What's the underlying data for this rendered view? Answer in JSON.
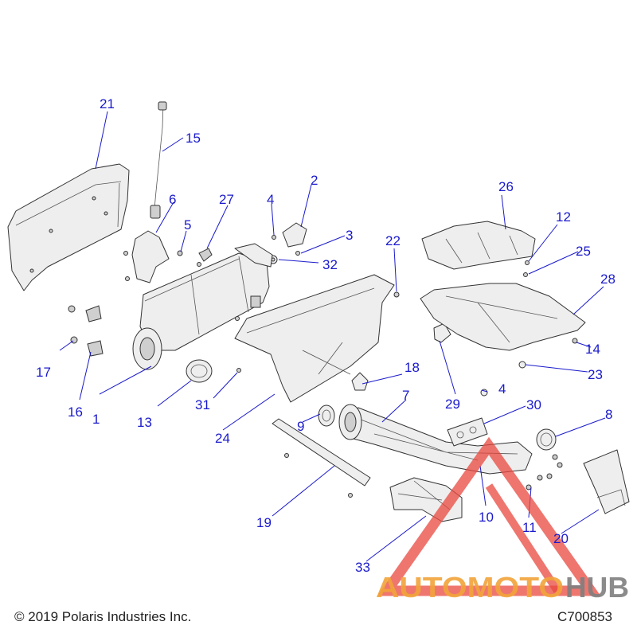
{
  "callouts": {
    "c1": "1",
    "c2": "2",
    "c3": "3",
    "c4a": "4",
    "c4b": "4",
    "c5": "5",
    "c6": "6",
    "c7": "7",
    "c8": "8",
    "c9": "9",
    "c10": "10",
    "c11": "11",
    "c12": "12",
    "c13": "13",
    "c14": "14",
    "c15": "15",
    "c16": "16",
    "c17": "17",
    "c18": "18",
    "c19": "19",
    "c20": "20",
    "c21": "21",
    "c22": "22",
    "c23": "23",
    "c24": "24",
    "c25": "25",
    "c26": "26",
    "c27": "27",
    "c28": "28",
    "c29": "29",
    "c30": "30",
    "c31": "31",
    "c32": "32",
    "c33": "33"
  },
  "footer": {
    "copyright": "© 2019 Polaris Industries Inc.",
    "diagram_code": "C700853"
  },
  "watermark": {
    "brand_part1": "AUTOMOTO",
    "brand_part2": "HUB",
    "color_red": "#e8483f",
    "color_orange": "#f2a43a",
    "color_gray": "#7f7f7f"
  },
  "colors": {
    "callout_blue": "#1a1acc",
    "line_art": "#333333"
  }
}
